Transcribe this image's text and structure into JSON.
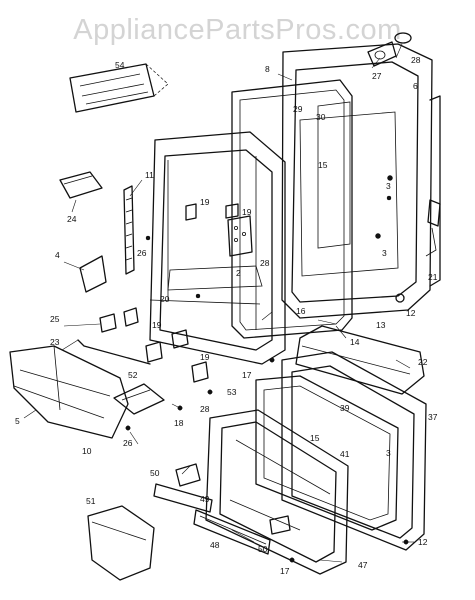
{
  "watermark": "AppliancePartsPros.com",
  "diagram": {
    "labels": [
      {
        "id": "p28a",
        "text": "28"
      },
      {
        "id": "p27",
        "text": "27"
      },
      {
        "id": "p8",
        "text": "8"
      },
      {
        "id": "p29",
        "text": "29"
      },
      {
        "id": "p30",
        "text": "30"
      },
      {
        "id": "p6",
        "text": "6"
      },
      {
        "id": "p54",
        "text": "54"
      },
      {
        "id": "p15a",
        "text": "15"
      },
      {
        "id": "p3a",
        "text": "3"
      },
      {
        "id": "p3b",
        "text": "3"
      },
      {
        "id": "p11",
        "text": "11"
      },
      {
        "id": "p19a",
        "text": "19"
      },
      {
        "id": "p19b",
        "text": "19"
      },
      {
        "id": "p24",
        "text": "24"
      },
      {
        "id": "p4",
        "text": "4"
      },
      {
        "id": "p26a",
        "text": "26"
      },
      {
        "id": "p2",
        "text": "2"
      },
      {
        "id": "p28b",
        "text": "28"
      },
      {
        "id": "p21",
        "text": "21"
      },
      {
        "id": "p20",
        "text": "20"
      },
      {
        "id": "p12a",
        "text": "12"
      },
      {
        "id": "p16",
        "text": "16"
      },
      {
        "id": "p13",
        "text": "13"
      },
      {
        "id": "p25",
        "text": "25"
      },
      {
        "id": "p19c",
        "text": "19"
      },
      {
        "id": "p23",
        "text": "23"
      },
      {
        "id": "p14",
        "text": "14"
      },
      {
        "id": "p22",
        "text": "22"
      },
      {
        "id": "p19d",
        "text": "19"
      },
      {
        "id": "p17a",
        "text": "17"
      },
      {
        "id": "p52",
        "text": "52"
      },
      {
        "id": "p53",
        "text": "53"
      },
      {
        "id": "p5",
        "text": "5"
      },
      {
        "id": "p39",
        "text": "39"
      },
      {
        "id": "p37",
        "text": "37"
      },
      {
        "id": "p28c",
        "text": "28"
      },
      {
        "id": "p18",
        "text": "18"
      },
      {
        "id": "p15b",
        "text": "15"
      },
      {
        "id": "p10",
        "text": "10"
      },
      {
        "id": "p26b",
        "text": "26"
      },
      {
        "id": "p41",
        "text": "41"
      },
      {
        "id": "p3c",
        "text": "3"
      },
      {
        "id": "p50a",
        "text": "50"
      },
      {
        "id": "p49",
        "text": "49"
      },
      {
        "id": "p51",
        "text": "51"
      },
      {
        "id": "p48",
        "text": "48"
      },
      {
        "id": "p50b",
        "text": "50"
      },
      {
        "id": "p12b",
        "text": "12"
      },
      {
        "id": "p17b",
        "text": "17"
      },
      {
        "id": "p47",
        "text": "47"
      }
    ]
  }
}
